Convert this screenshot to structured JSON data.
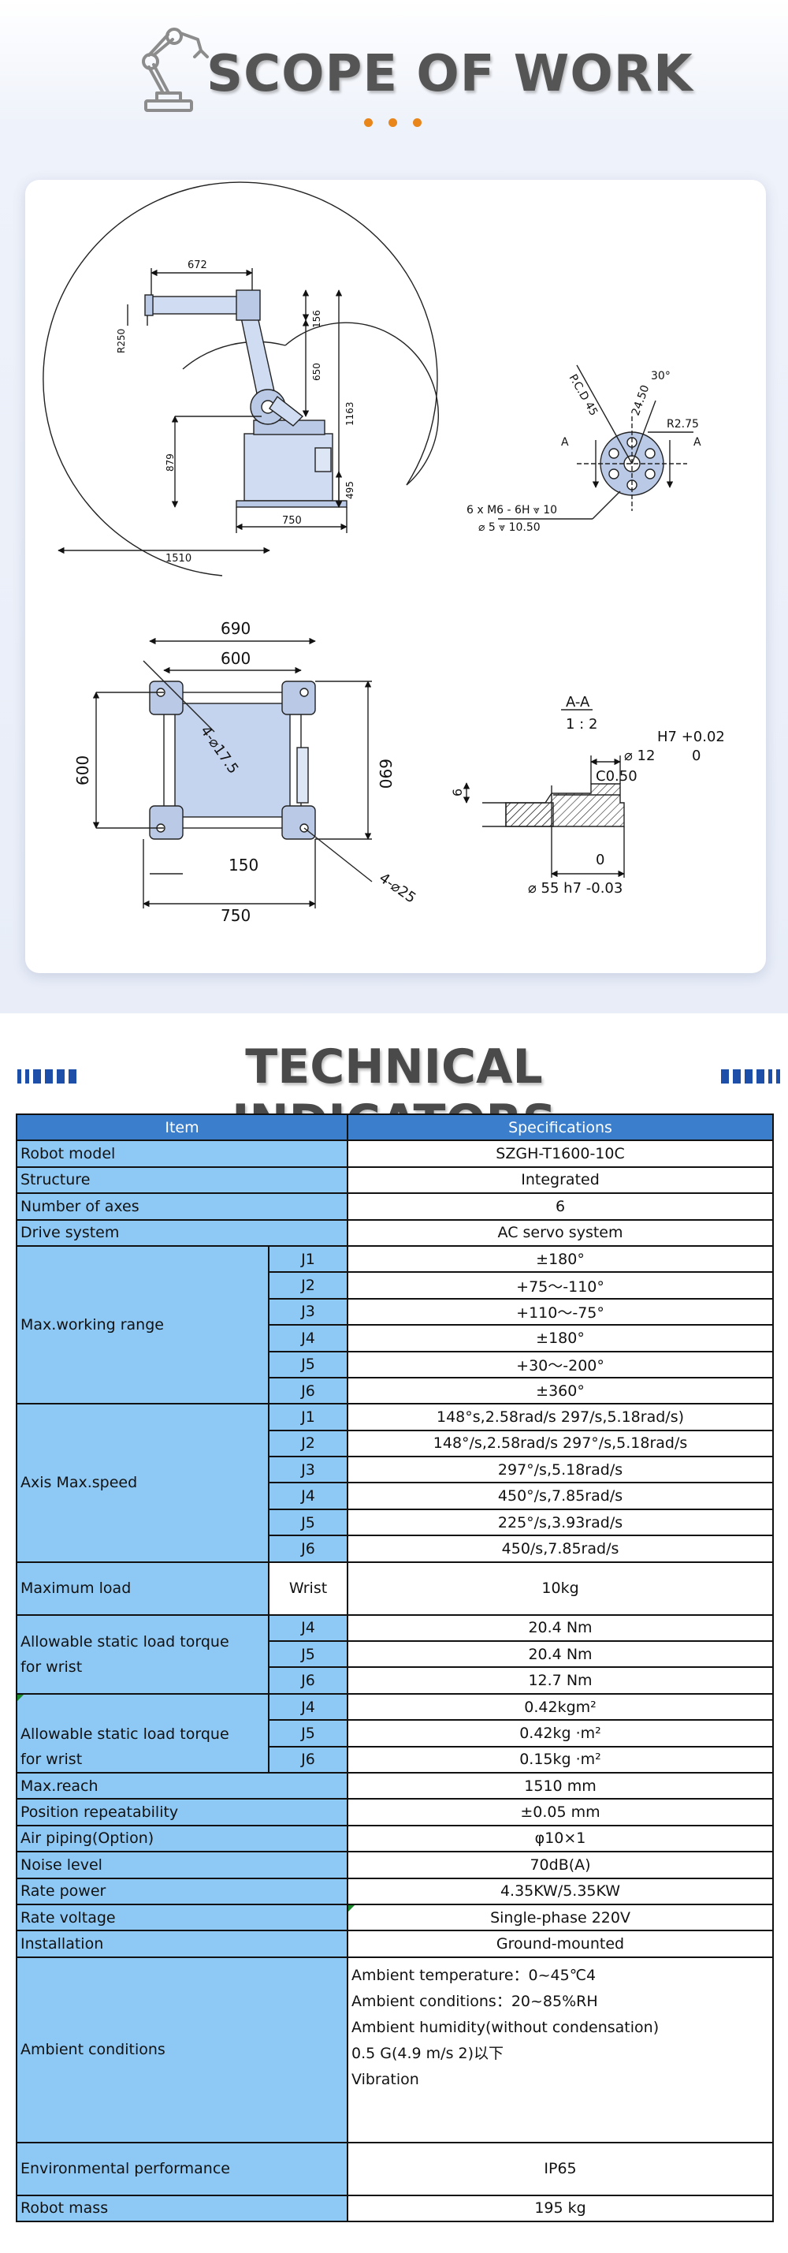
{
  "scope": {
    "title": "SCOPE OF WORK",
    "drawing": {
      "side_view": {
        "dims": [
          "672",
          "156",
          "650",
          "1163",
          "879",
          "495",
          "750",
          "1510",
          "R250"
        ]
      },
      "flange": {
        "dims": [
          "P.C.D 45",
          "30°",
          "24.50",
          "R2.75",
          "A",
          "A",
          "6 x  M6 - 6H ⩔ 10",
          "⌀ 5 ⩔ 10.50"
        ]
      },
      "base_plan": {
        "dims": [
          "690",
          "600",
          "600",
          "690",
          "4-⌀17.5",
          "150",
          "750",
          "4-⌀25"
        ]
      },
      "section": {
        "dims": [
          "A-A",
          "1 : 2",
          "H7 +0.02",
          "0",
          "⌀ 12",
          "C0.50",
          "6",
          "0",
          "⌀ 55 h7 -0.03"
        ]
      }
    }
  },
  "tech": {
    "title": "TECHNICAL INDICATORS",
    "header": {
      "item": "Item",
      "spec": "Specifications"
    },
    "simple_top": [
      {
        "item": "Robot model",
        "value": "SZGH-T1600-10C"
      },
      {
        "item": "Structure",
        "value": "Integrated"
      },
      {
        "item": "Number of axes",
        "value": "6"
      },
      {
        "item": "Drive system",
        "value": "AC servo system"
      }
    ],
    "working_range": {
      "label": "Max.working range",
      "rows": [
        {
          "axis": "J1",
          "value": "±180°"
        },
        {
          "axis": "J2",
          "value": "+75～-110°"
        },
        {
          "axis": "J3",
          "value": "+110～-75°"
        },
        {
          "axis": "J4",
          "value": "±180°"
        },
        {
          "axis": "J5",
          "value": "+30～-200°"
        },
        {
          "axis": "J6",
          "value": "±360°"
        }
      ]
    },
    "max_speed": {
      "label": "Axis Max.speed",
      "rows": [
        {
          "axis": "J1",
          "value": "148°s,2.58rad/s 297/s,5.18rad/s)"
        },
        {
          "axis": "J2",
          "value": "148°/s,2.58rad/s 297°/s,5.18rad/s"
        },
        {
          "axis": "J3",
          "value": "297°/s,5.18rad/s"
        },
        {
          "axis": "J4",
          "value": "450°/s,7.85rad/s"
        },
        {
          "axis": "J5",
          "value": "225°/s,3.93rad/s"
        },
        {
          "axis": "J6",
          "value": "450/s,7.85rad/s"
        }
      ]
    },
    "max_load": {
      "label": "Maximum load",
      "sub": "Wrist",
      "value": "10kg"
    },
    "torque": {
      "label_line1": "Allowable static load torque",
      "label_line2": "for wrist",
      "rows": [
        {
          "axis": "J4",
          "value": "20.4 Nm"
        },
        {
          "axis": "J5",
          "value": "20.4 Nm"
        },
        {
          "axis": "J6",
          "value": "12.7 Nm"
        }
      ]
    },
    "inertia": {
      "label_line1": "Allowable static load torque",
      "label_line2": "for wrist",
      "rows": [
        {
          "axis": "J4",
          "value": "0.42kgm²"
        },
        {
          "axis": "J5",
          "value": "0.42kg ·m²"
        },
        {
          "axis": "J6",
          "value": "0.15kg ·m²"
        }
      ]
    },
    "simple_bottom": [
      {
        "item": "Max.reach",
        "value": "1510 mm"
      },
      {
        "item": "Position repeatability",
        "value": "±0.05 mm"
      },
      {
        "item": "Air piping(Option)",
        "value": "φ10×1"
      },
      {
        "item": "Noise level",
        "value": "70dB(A)"
      },
      {
        "item": "Rate power",
        "value": "4.35KW/5.35KW"
      },
      {
        "item": "Rate voltage",
        "value": "Single-phase 220V"
      },
      {
        "item": "Installation",
        "value": "Ground-mounted"
      }
    ],
    "ambient": {
      "label": "Ambient conditions",
      "lines": [
        "Ambient temperature：0~45℃4",
        "Ambient conditions：20~85%RH",
        "Ambient humidity(without condensation)",
        "0.5 G(4.9 m/s 2)以下",
        "Vibration"
      ]
    },
    "env": {
      "item": "Environmental performance",
      "value": "IP65"
    },
    "mass": {
      "item": "Robot mass",
      "value": "195 kg"
    }
  }
}
